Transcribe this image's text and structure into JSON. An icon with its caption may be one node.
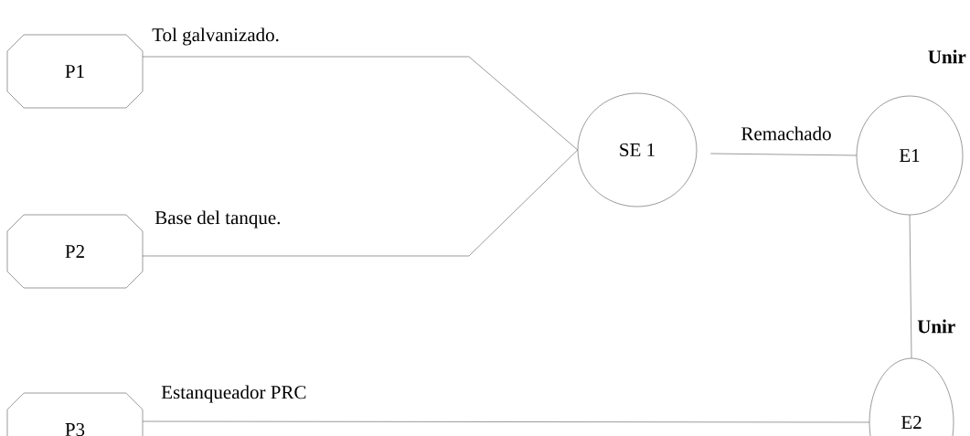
{
  "diagram": {
    "nodes": [
      {
        "text": [
          "P1"
        ]
      },
      {
        "text": [
          "P2"
        ]
      },
      {
        "text": [
          "P3"
        ]
      },
      {
        "text": [
          "SE 1"
        ]
      },
      {
        "text": [
          "E1"
        ],
        "beside": [
          "Unir"
        ]
      },
      {
        "text": [
          "E2"
        ],
        "beside": [
          "Unir"
        ]
      }
    ],
    "edges": [
      {
        "from": 0,
        "to": 3,
        "arrow": "none",
        "label": "Tol galvanizado."
      },
      {
        "from": 1,
        "to": 3,
        "arrow": "none",
        "label": "Base del tanque."
      },
      {
        "from": 3,
        "to": 4,
        "arrow": "none",
        "label": "Remachado"
      },
      {
        "from": 4,
        "to": 5,
        "arrow": "none"
      },
      {
        "from": 2,
        "to": 5,
        "arrow": "none",
        "label": "Estanqueador PRC"
      }
    ]
  }
}
